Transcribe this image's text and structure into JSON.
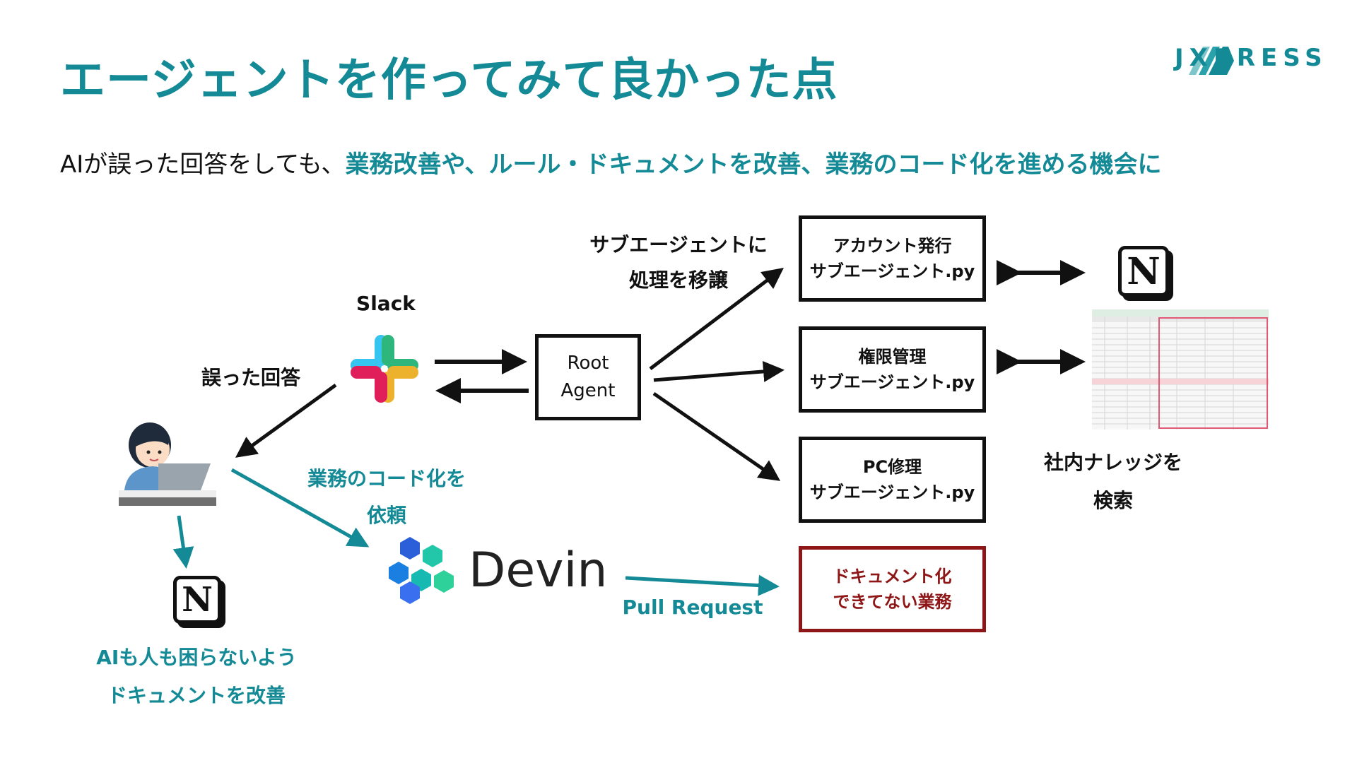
{
  "title": "エージェントを作ってみて良かった点",
  "logo": {
    "text": "JXPRESS"
  },
  "subtitle": {
    "normal": "AIが誤った回答をしても、",
    "highlight": "業務改善や、ルール・ドキュメントを改善、業務のコード化を進める機会に"
  },
  "diagram": {
    "slack_label": "Slack",
    "wrong_answer_label": "誤った回答",
    "root_agent": {
      "line1": "Root",
      "line2": "Agent"
    },
    "delegate_label": {
      "line1": "サブエージェントに",
      "line2": "処理を移譲"
    },
    "subagents": [
      {
        "line1": "アカウント発行",
        "line2": "サブエージェント.py"
      },
      {
        "line1": "権限管理",
        "line2": "サブエージェント.py"
      },
      {
        "line1": "PC修理",
        "line2": "サブエージェント.py"
      }
    ],
    "undocumented_box": {
      "line1": "ドキュメント化",
      "line2": "できてない業務"
    },
    "knowledge_search_label": {
      "line1": "社内ナレッジを",
      "line2": "検索"
    },
    "code_request_label": {
      "line1": "業務のコード化を",
      "line2": "依頼"
    },
    "devin_label": "Devin",
    "pull_request_label": "Pull Request",
    "doc_improve_label": {
      "line1": "AIも人も困らないよう",
      "line2": "ドキュメントを改善"
    },
    "notion_letter": "N"
  },
  "colors": {
    "accent": "#138a96",
    "danger": "#8e1616",
    "ink": "#111111"
  },
  "icons": [
    "slack-icon",
    "notion-icon",
    "person-laptop-icon",
    "devin-icon",
    "spreadsheet-icon",
    "jxpress-logo-icon"
  ]
}
